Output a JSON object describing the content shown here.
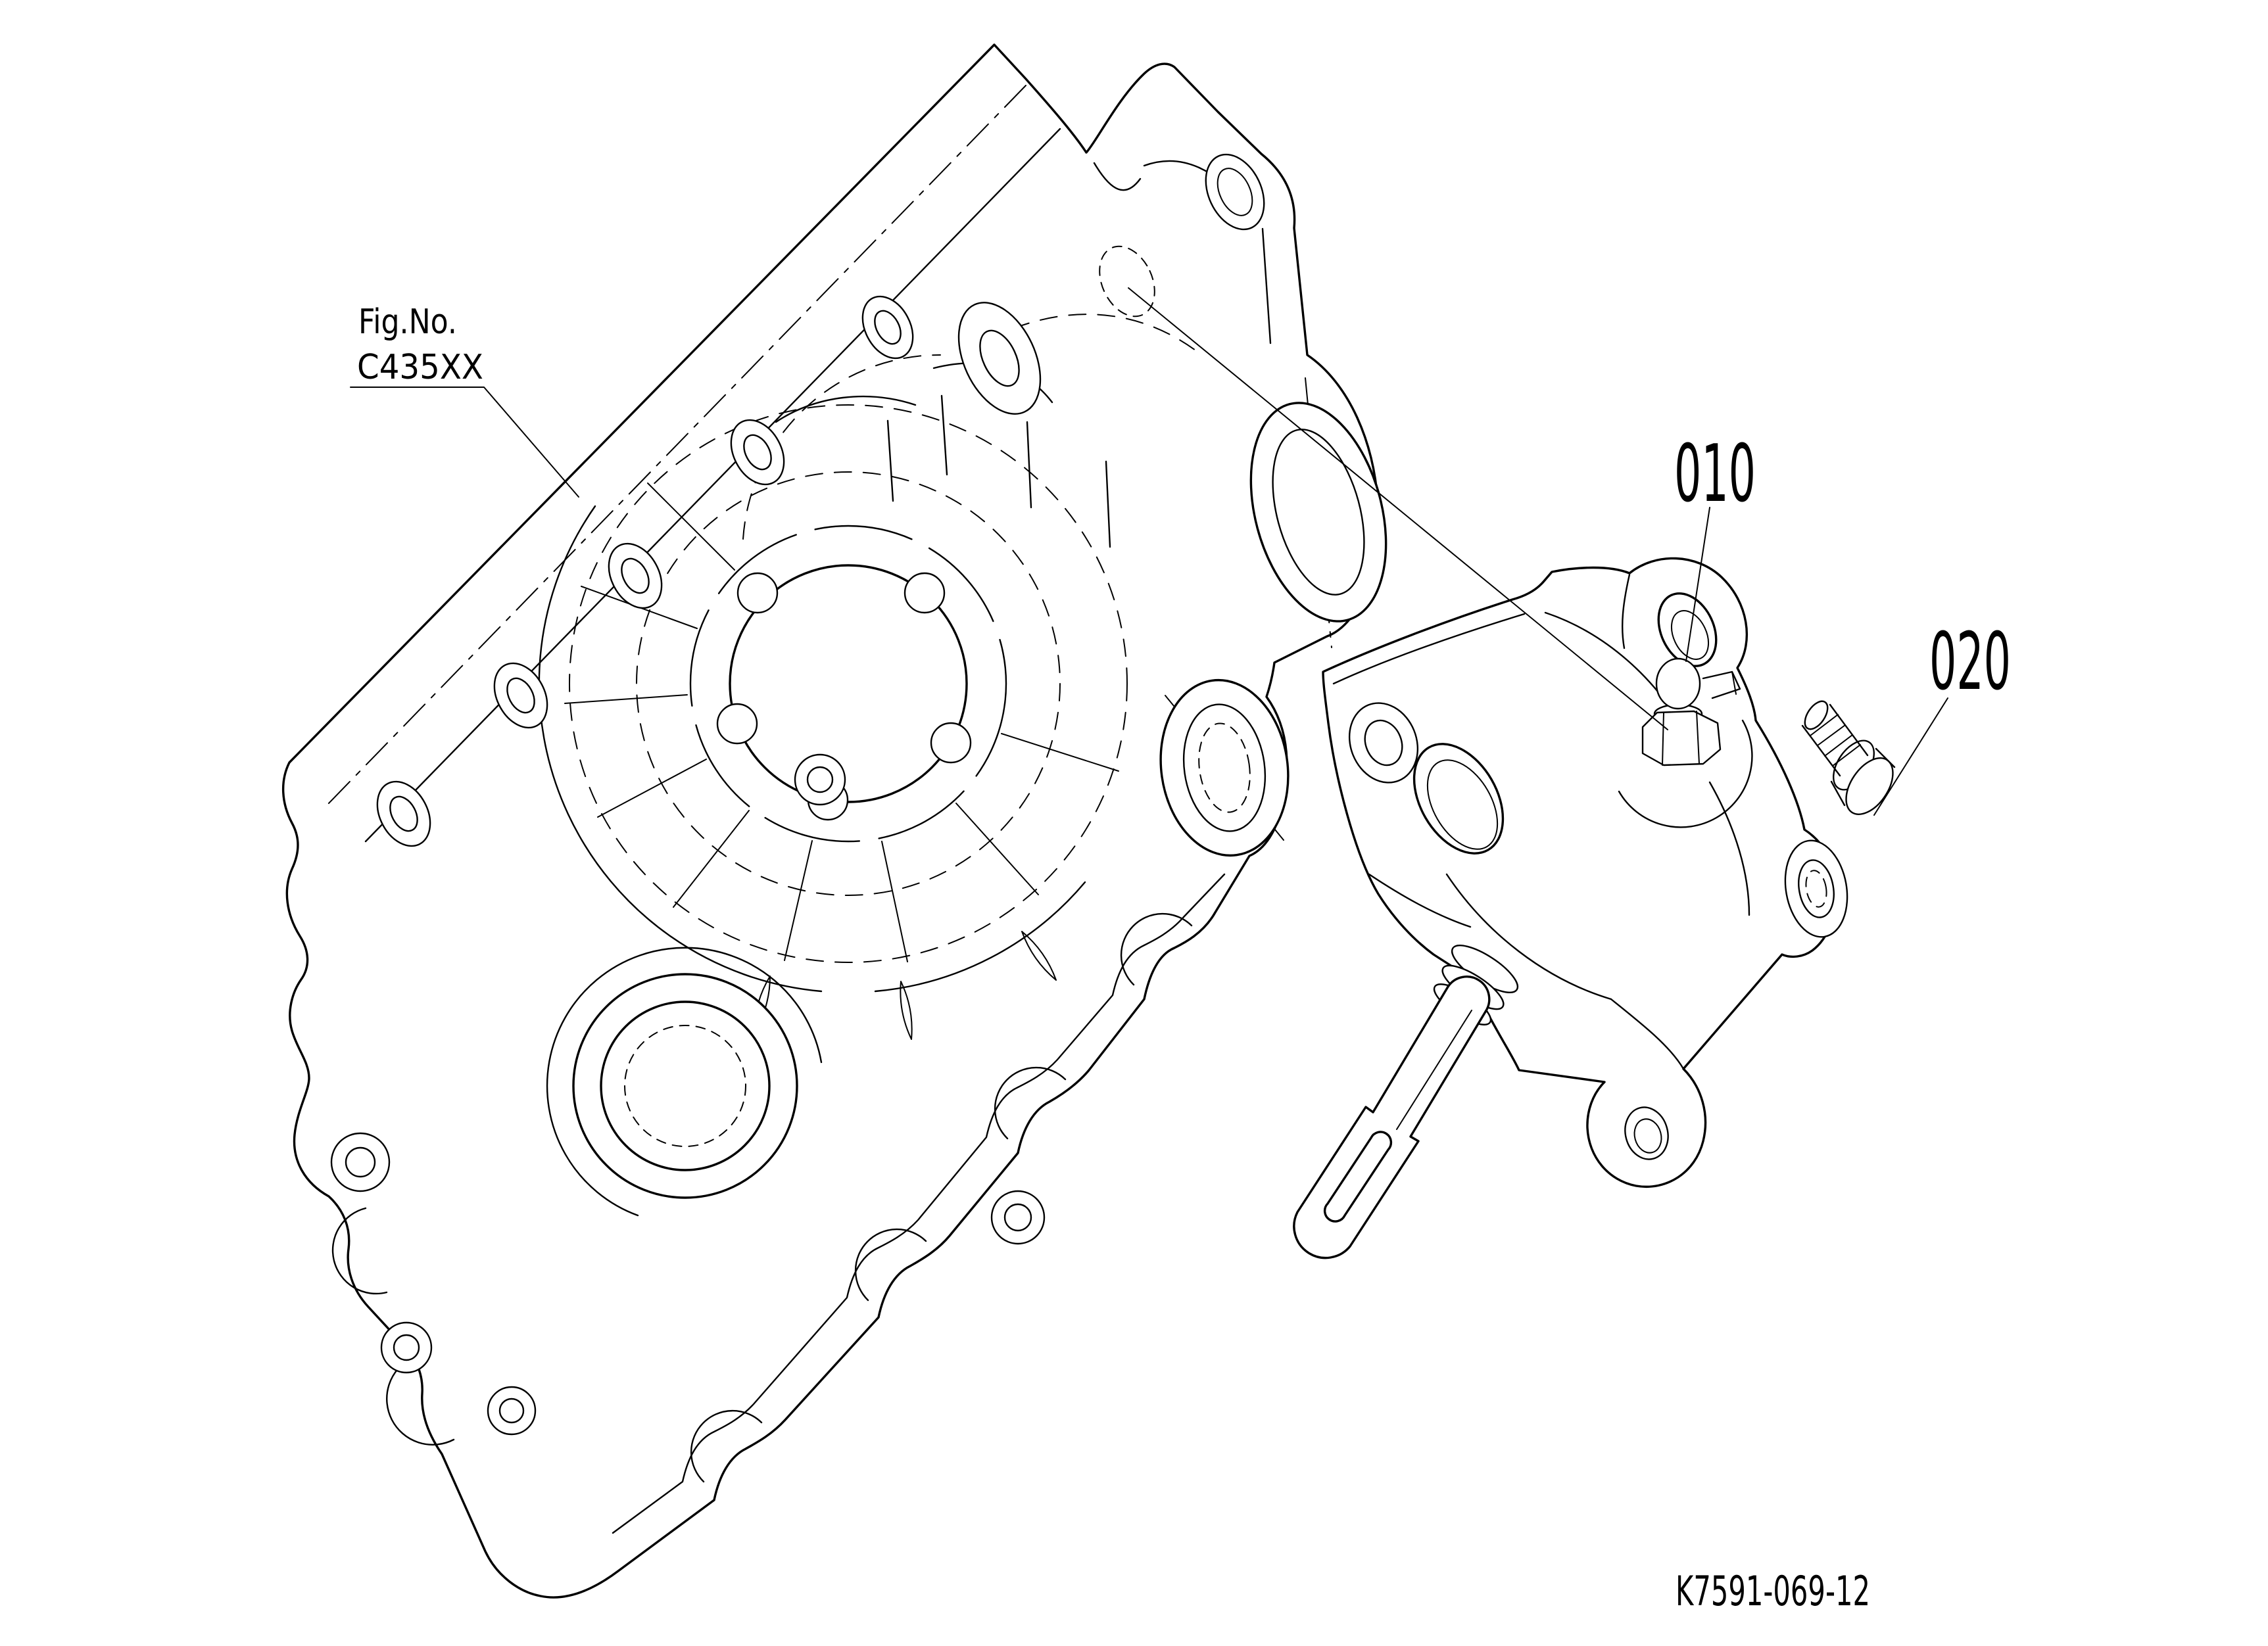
{
  "diagram": {
    "figure_reference": {
      "label": "Fig.No.",
      "figure_number": "C435XX"
    },
    "callouts": {
      "part_010": "010",
      "part_020": "020"
    },
    "drawing_number": "K7591-069-12",
    "colors": {
      "line": "#000000",
      "background": "#ffffff"
    }
  }
}
